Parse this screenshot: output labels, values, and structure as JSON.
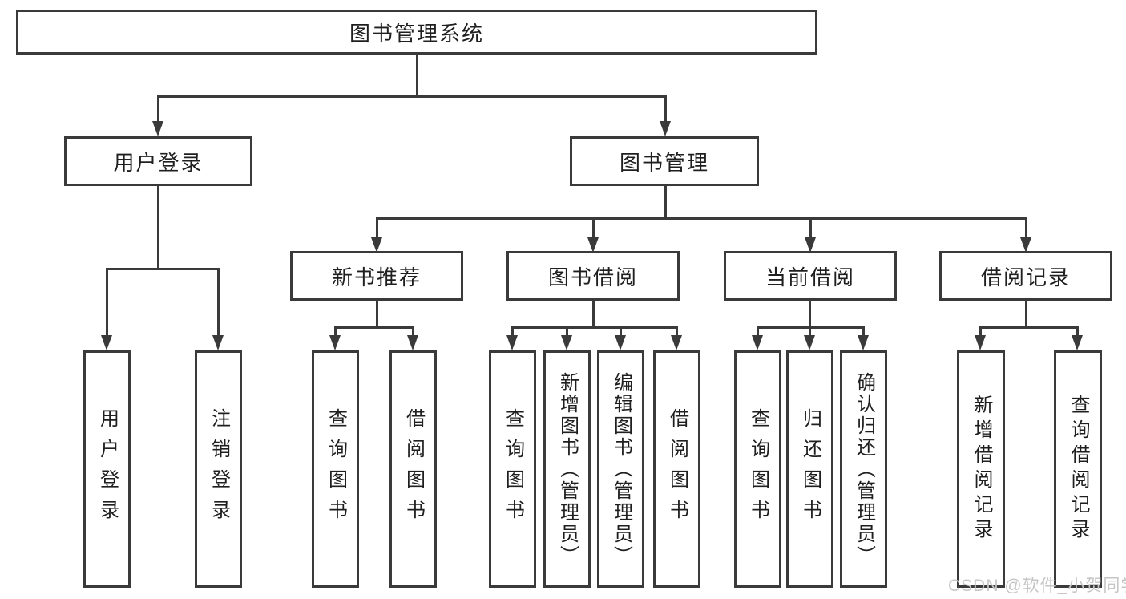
{
  "nodes": {
    "root": "图书管理系统",
    "user_login": "用户登录",
    "book_management": "图书管理",
    "new_book_recommend": "新书推荐",
    "book_borrow": "图书借阅",
    "current_borrow": "当前借阅",
    "borrow_records": "借阅记录",
    "leaf_user_login": "用户登录",
    "leaf_logout": "注销登录",
    "leaf_recommend_query_book": "查询图书",
    "leaf_recommend_borrow_book": "借阅图书",
    "leaf_borrow_query_book": "查询图书",
    "leaf_borrow_add_book": "新增图书（管理员）",
    "leaf_borrow_edit_book": "编辑图书（管理员）",
    "leaf_borrow_borrow_book": "借阅图书",
    "leaf_current_query_book": "查询图书",
    "leaf_current_return_book": "归还图书",
    "leaf_current_confirm_return": "确认归还（管理员）",
    "leaf_records_add_record": "新增借阅记录",
    "leaf_records_query_record": "查询借阅记录"
  },
  "watermark": "CSDN @软件_小贺同学",
  "colors": {
    "line": "#3a3a3a",
    "text": "#1f1f1f",
    "watermark": "#c6c6c6",
    "background": "#ffffff"
  }
}
